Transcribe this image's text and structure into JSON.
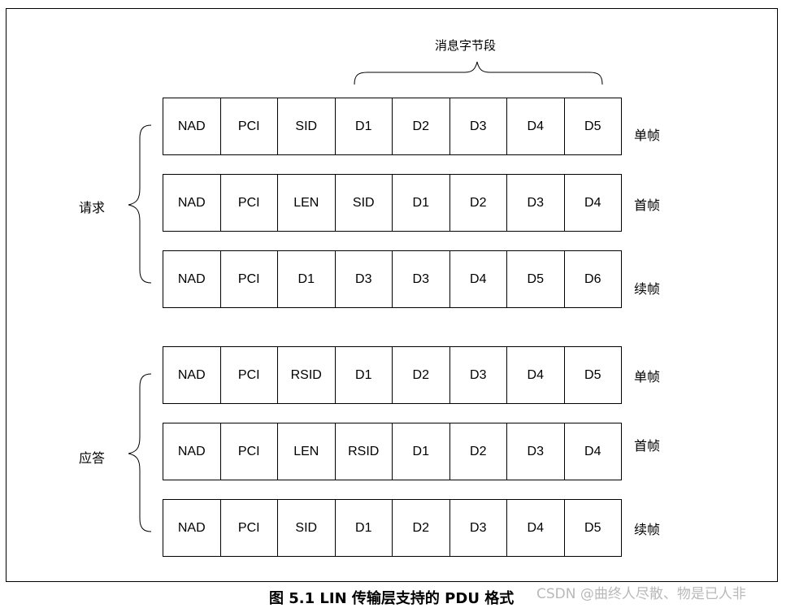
{
  "message_segment_label": "消息字节段",
  "groups": {
    "request": "请求",
    "response": "应答"
  },
  "rows": [
    {
      "cells": [
        "NAD",
        "PCI",
        "SID",
        "D1",
        "D2",
        "D3",
        "D4",
        "D5"
      ],
      "label": "单帧"
    },
    {
      "cells": [
        "NAD",
        "PCI",
        "LEN",
        "SID",
        "D1",
        "D2",
        "D3",
        "D4"
      ],
      "label": "首帧"
    },
    {
      "cells": [
        "NAD",
        "PCI",
        "D1",
        "D3",
        "D3",
        "D4",
        "D5",
        "D6"
      ],
      "label": "续帧"
    },
    {
      "cells": [
        "NAD",
        "PCI",
        "RSID",
        "D1",
        "D2",
        "D3",
        "D4",
        "D5"
      ],
      "label": "单帧"
    },
    {
      "cells": [
        "NAD",
        "PCI",
        "LEN",
        "RSID",
        "D1",
        "D2",
        "D3",
        "D4"
      ],
      "label": "首帧"
    },
    {
      "cells": [
        "NAD",
        "PCI",
        "SID",
        "D1",
        "D2",
        "D3",
        "D4",
        "D5"
      ],
      "label": "续帧"
    }
  ],
  "caption": "图 5.1 LIN 传输层支持的 PDU 格式",
  "watermark": "CSDN @曲终人尽散、物是已人非"
}
